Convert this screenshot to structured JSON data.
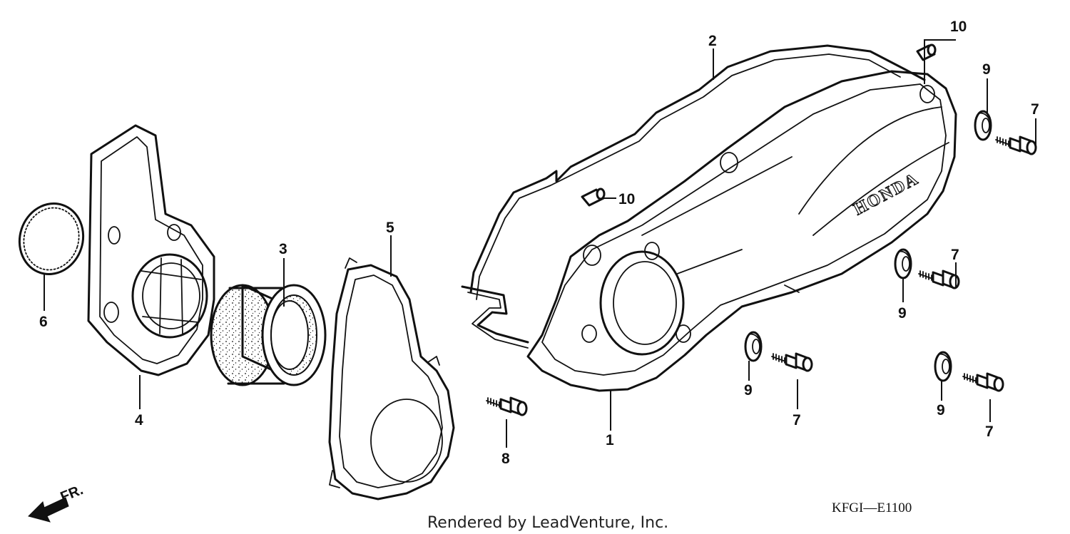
{
  "diagram": {
    "brand_label": "HONDA",
    "diagram_code": "KFGI—E1100",
    "credit": "Rendered by LeadVenture, Inc.",
    "direction_label": "FR.",
    "callouts": [
      {
        "id": "c1",
        "label": "1"
      },
      {
        "id": "c2",
        "label": "2"
      },
      {
        "id": "c3",
        "label": "3"
      },
      {
        "id": "c4",
        "label": "4"
      },
      {
        "id": "c5",
        "label": "5"
      },
      {
        "id": "c6",
        "label": "6"
      },
      {
        "id": "c7a",
        "label": "7"
      },
      {
        "id": "c7b",
        "label": "7"
      },
      {
        "id": "c7c",
        "label": "7"
      },
      {
        "id": "c7d",
        "label": "7"
      },
      {
        "id": "c8",
        "label": "8"
      },
      {
        "id": "c9a",
        "label": "9"
      },
      {
        "id": "c9b",
        "label": "9"
      },
      {
        "id": "c9c",
        "label": "9"
      },
      {
        "id": "c9d",
        "label": "9"
      },
      {
        "id": "c10a",
        "label": "10"
      },
      {
        "id": "c10b",
        "label": "10"
      }
    ]
  }
}
